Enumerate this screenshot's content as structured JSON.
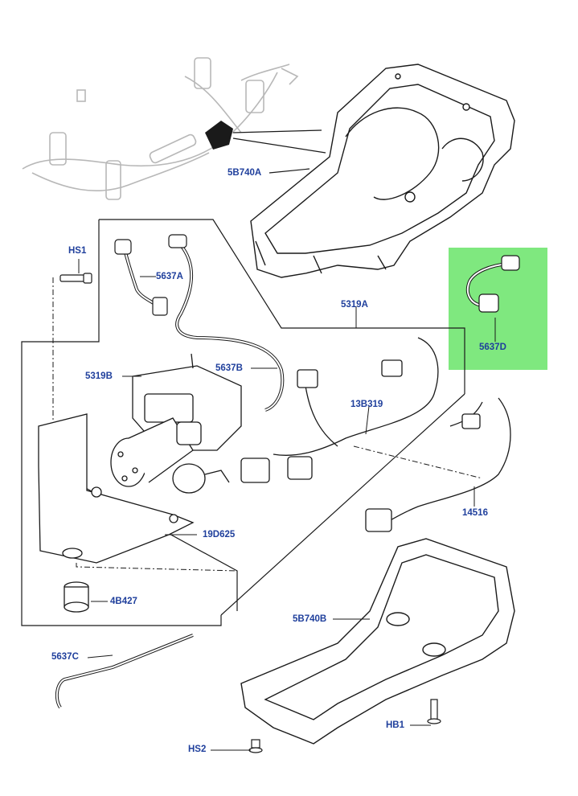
{
  "colors": {
    "label": "#1f3f9c",
    "line": "#1a1a1a",
    "ghost": "#b8b8b8",
    "highlight": "#7fe87f"
  },
  "labels": {
    "l_5B740A": "5B740A",
    "l_HS1": "HS1",
    "l_5637A": "5637A",
    "l_5319A": "5319A",
    "l_5319B": "5319B",
    "l_5637B": "5637B",
    "l_5637D": "5637D",
    "l_13B319": "13B319",
    "l_14516": "14516",
    "l_19D625": "19D625",
    "l_4B427": "4B427",
    "l_5B740B": "5B740B",
    "l_5637C": "5637C",
    "l_HB1": "HB1",
    "l_HS2": "HS2"
  },
  "highlighted_part": "5637D"
}
